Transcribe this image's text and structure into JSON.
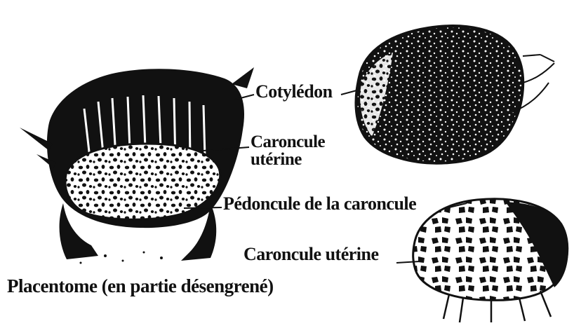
{
  "labels": {
    "cotyledon": "Cotylédon",
    "caroncule_line1": "Caroncule",
    "caroncule_line2": "utérine",
    "pedoncule": "Pédoncule de la caroncule",
    "caroncule_uterine": "Caroncule utérine",
    "caption": "Placentome (en partie désengrené)"
  },
  "colors": {
    "ink": "#111111",
    "paper": "#ffffff"
  }
}
